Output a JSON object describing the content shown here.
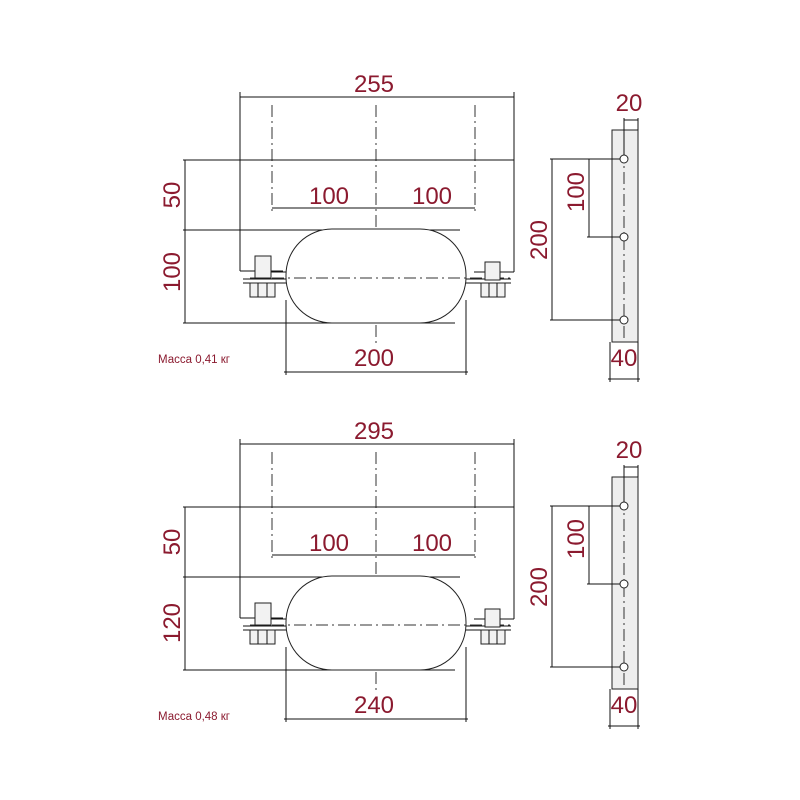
{
  "drawings": [
    {
      "overall_width": "255",
      "offset_height": "50",
      "clamp_height": "100",
      "hole_spacing_left": "100",
      "hole_spacing_right": "100",
      "clamp_width": "200",
      "mass_label": "Масса 0,41 кг",
      "side_view": {
        "hole_offset": "20",
        "hole_pitch": "100",
        "hole_span": "200",
        "plate_width": "40"
      }
    },
    {
      "overall_width": "295",
      "offset_height": "50",
      "clamp_height": "120",
      "hole_spacing_left": "100",
      "hole_spacing_right": "100",
      "clamp_width": "240",
      "mass_label": "Масса 0,48 кг",
      "side_view": {
        "hole_offset": "20",
        "hole_pitch": "100",
        "hole_span": "200",
        "plate_width": "40"
      }
    }
  ],
  "colors": {
    "dimension_text": "#8b1a2f",
    "plate_fill": "#eeeeee"
  }
}
